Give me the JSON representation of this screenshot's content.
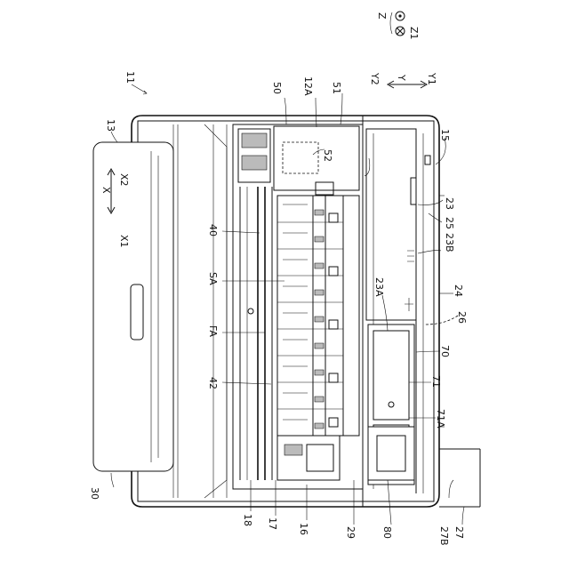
{
  "labels": {
    "l11": "11",
    "l13": "13",
    "l15": "15",
    "l16": "16",
    "l17": "17",
    "l18": "18",
    "l23": "23",
    "l23A": "23A",
    "l23B": "23B",
    "l24": "24",
    "l25": "25",
    "l26": "26",
    "l27": "27",
    "l27B": "27B",
    "l29": "29",
    "l30": "30",
    "l40": "40",
    "l42": "42",
    "l50": "50",
    "l51": "51",
    "l52": "52",
    "l12A": "12A",
    "l70": "70",
    "l71": "71",
    "l71A": "71A",
    "l80": "80",
    "lSA": "SA",
    "lFA": "FA"
  },
  "axes": {
    "x": "X",
    "x1": "X1",
    "x2": "X2",
    "y": "Y",
    "y1": "Y1",
    "y2": "Y2",
    "z": "Z",
    "z1": "Z1"
  }
}
